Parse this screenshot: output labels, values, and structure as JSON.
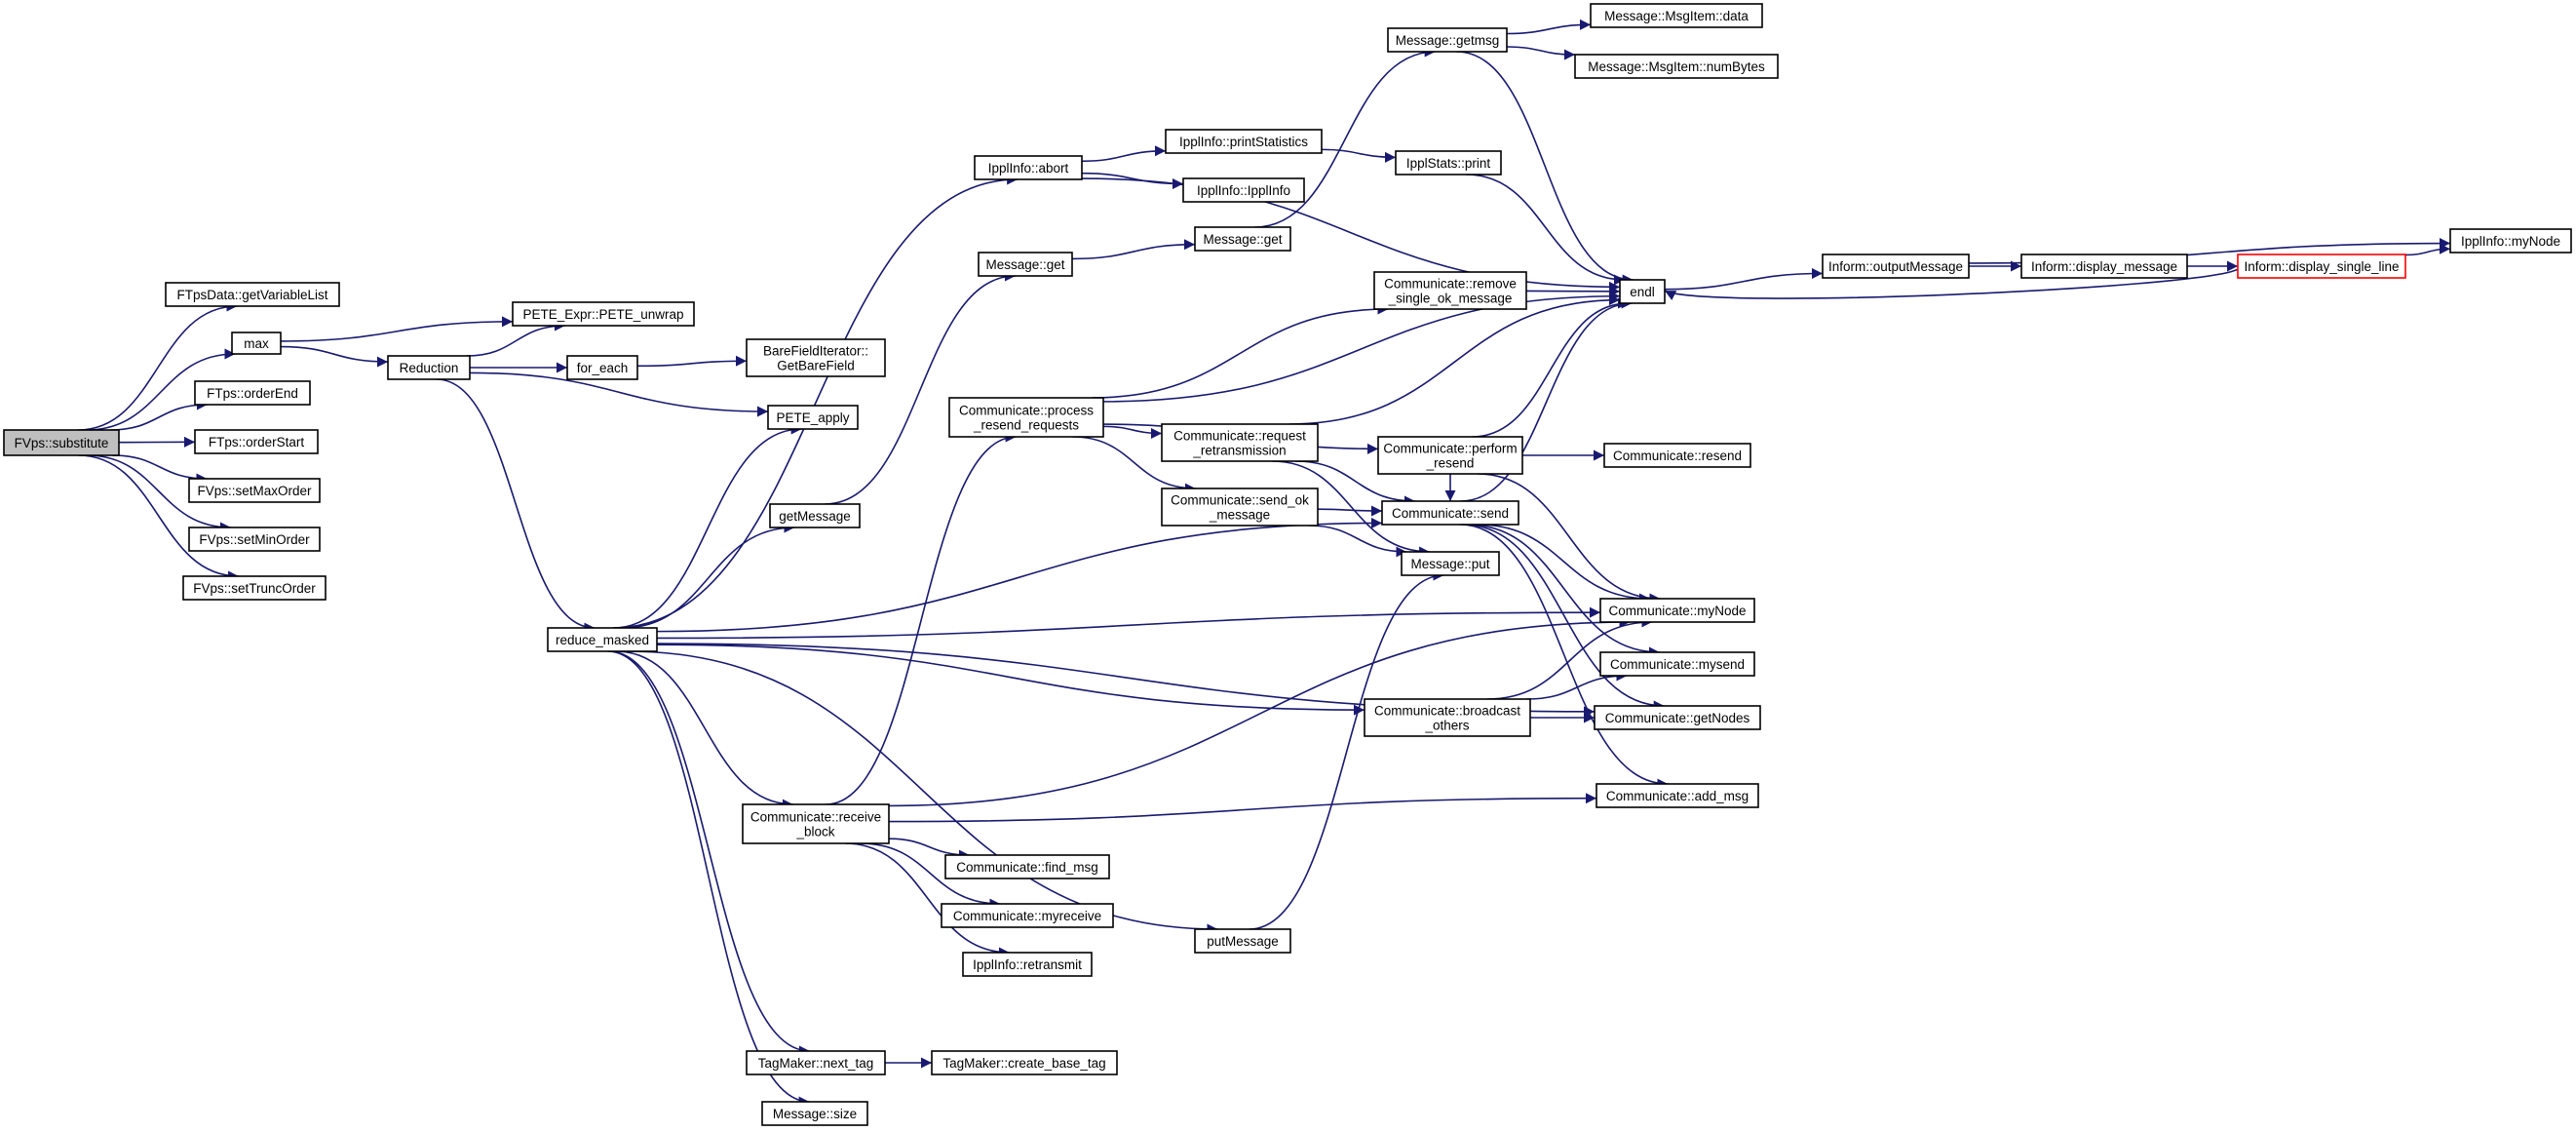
{
  "nodes": [
    {
      "id": "root",
      "lines": [
        "FVps::substitute"
      ],
      "kind": "root"
    },
    {
      "id": "ftpsdata_getvariablelist",
      "lines": [
        "FTpsData::getVariableList"
      ]
    },
    {
      "id": "max",
      "lines": [
        "max"
      ]
    },
    {
      "id": "ftps_orderend",
      "lines": [
        "FTps::orderEnd"
      ]
    },
    {
      "id": "ftps_orderstart",
      "lines": [
        "FTps::orderStart"
      ]
    },
    {
      "id": "fvps_setmaxorder",
      "lines": [
        "FVps::setMaxOrder"
      ]
    },
    {
      "id": "fvps_setminorder",
      "lines": [
        "FVps::setMinOrder"
      ]
    },
    {
      "id": "fvps_settruncorder",
      "lines": [
        "FVps::setTruncOrder"
      ]
    },
    {
      "id": "reduction",
      "lines": [
        "Reduction"
      ]
    },
    {
      "id": "pete_unwrap",
      "lines": [
        "PETE_Expr::PETE_unwrap"
      ]
    },
    {
      "id": "for_each",
      "lines": [
        "for_each"
      ]
    },
    {
      "id": "pete_apply",
      "lines": [
        "PETE_apply"
      ]
    },
    {
      "id": "barefielditerator",
      "lines": [
        "BareFieldIterator::",
        "GetBareField"
      ]
    },
    {
      "id": "reduce_masked",
      "lines": [
        "reduce_masked"
      ]
    },
    {
      "id": "ipplinfo_abort",
      "lines": [
        "IpplInfo::abort"
      ]
    },
    {
      "id": "message_get",
      "lines": [
        "Message::get"
      ]
    },
    {
      "id": "getmessage",
      "lines": [
        "getMessage"
      ]
    },
    {
      "id": "process_resend",
      "lines": [
        "Communicate::process",
        "_resend_requests"
      ]
    },
    {
      "id": "receive_block",
      "lines": [
        "Communicate::receive",
        "_block"
      ]
    },
    {
      "id": "tagmaker_next_tag",
      "lines": [
        "TagMaker::next_tag"
      ]
    },
    {
      "id": "message_size",
      "lines": [
        "Message::size"
      ]
    },
    {
      "id": "ipplinfo_printstatistics",
      "lines": [
        "IpplInfo::printStatistics"
      ]
    },
    {
      "id": "ipplinfo_ipplinfo",
      "lines": [
        "IpplInfo::IpplInfo"
      ]
    },
    {
      "id": "message_get2",
      "lines": [
        "Message::get"
      ]
    },
    {
      "id": "request_retransmission",
      "lines": [
        "Communicate::request",
        "_retransmission"
      ]
    },
    {
      "id": "send_ok_message",
      "lines": [
        "Communicate::send_ok",
        "_message"
      ]
    },
    {
      "id": "find_msg",
      "lines": [
        "Communicate::find_msg"
      ]
    },
    {
      "id": "myreceive",
      "lines": [
        "Communicate::myreceive"
      ]
    },
    {
      "id": "ipplinfo_retransmit",
      "lines": [
        "IpplInfo::retransmit"
      ]
    },
    {
      "id": "putmessage",
      "lines": [
        "putMessage"
      ]
    },
    {
      "id": "create_base_tag",
      "lines": [
        "TagMaker::create_base_tag"
      ]
    },
    {
      "id": "message_getmsg",
      "lines": [
        "Message::getmsg"
      ]
    },
    {
      "id": "ipplstats_print",
      "lines": [
        "IpplStats::print"
      ]
    },
    {
      "id": "remove_single_ok",
      "lines": [
        "Communicate::remove",
        "_single_ok_message"
      ]
    },
    {
      "id": "perform_resend",
      "lines": [
        "Communicate::perform",
        "_resend"
      ]
    },
    {
      "id": "communicate_send",
      "lines": [
        "Communicate::send"
      ]
    },
    {
      "id": "message_put",
      "lines": [
        "Message::put"
      ]
    },
    {
      "id": "broadcast_others",
      "lines": [
        "Communicate::broadcast",
        "_others"
      ]
    },
    {
      "id": "msgitem_data",
      "lines": [
        "Message::MsgItem::data"
      ]
    },
    {
      "id": "msgitem_numbytes",
      "lines": [
        "Message::MsgItem::numBytes"
      ]
    },
    {
      "id": "endl",
      "lines": [
        "endl"
      ]
    },
    {
      "id": "communicate_resend",
      "lines": [
        "Communicate::resend"
      ]
    },
    {
      "id": "communicate_mynode",
      "lines": [
        "Communicate::myNode"
      ]
    },
    {
      "id": "communicate_mysend",
      "lines": [
        "Communicate::mysend"
      ]
    },
    {
      "id": "communicate_getnodes",
      "lines": [
        "Communicate::getNodes"
      ]
    },
    {
      "id": "communicate_add_msg",
      "lines": [
        "Communicate::add_msg"
      ]
    },
    {
      "id": "inform_outputmessage",
      "lines": [
        "Inform::outputMessage"
      ]
    },
    {
      "id": "inform_display_message",
      "lines": [
        "Inform::display_message"
      ]
    },
    {
      "id": "inform_display_single_line",
      "lines": [
        "Inform::display_single_line"
      ],
      "kind": "truncated"
    },
    {
      "id": "ipplinfo_mynode",
      "lines": [
        "IpplInfo::myNode"
      ]
    }
  ],
  "edges": [
    [
      "root",
      "ftpsdata_getvariablelist"
    ],
    [
      "root",
      "max"
    ],
    [
      "root",
      "ftps_orderend"
    ],
    [
      "root",
      "ftps_orderstart"
    ],
    [
      "root",
      "fvps_setmaxorder"
    ],
    [
      "root",
      "fvps_setminorder"
    ],
    [
      "root",
      "fvps_settruncorder"
    ],
    [
      "max",
      "pete_unwrap"
    ],
    [
      "max",
      "reduction"
    ],
    [
      "reduction",
      "pete_unwrap"
    ],
    [
      "reduction",
      "for_each"
    ],
    [
      "reduction",
      "pete_apply"
    ],
    [
      "reduction",
      "reduce_masked"
    ],
    [
      "for_each",
      "barefielditerator"
    ],
    [
      "reduce_masked",
      "pete_apply"
    ],
    [
      "reduce_masked",
      "ipplinfo_abort"
    ],
    [
      "reduce_masked",
      "getmessage"
    ],
    [
      "reduce_masked",
      "communicate_send"
    ],
    [
      "reduce_masked",
      "communicate_mynode"
    ],
    [
      "reduce_masked",
      "broadcast_others"
    ],
    [
      "reduce_masked",
      "communicate_getnodes"
    ],
    [
      "reduce_masked",
      "receive_block"
    ],
    [
      "reduce_masked",
      "putmessage"
    ],
    [
      "reduce_masked",
      "tagmaker_next_tag"
    ],
    [
      "reduce_masked",
      "message_size"
    ],
    [
      "ipplinfo_abort",
      "endl"
    ],
    [
      "ipplinfo_abort",
      "ipplinfo_printstatistics"
    ],
    [
      "ipplinfo_abort",
      "ipplinfo_ipplinfo"
    ],
    [
      "ipplinfo_printstatistics",
      "ipplstats_print"
    ],
    [
      "ipplstats_print",
      "endl"
    ],
    [
      "getmessage",
      "message_get"
    ],
    [
      "message_get",
      "message_get2"
    ],
    [
      "message_get2",
      "message_getmsg"
    ],
    [
      "message_getmsg",
      "msgitem_data"
    ],
    [
      "message_getmsg",
      "msgitem_numbytes"
    ],
    [
      "message_getmsg",
      "endl"
    ],
    [
      "receive_block",
      "process_resend"
    ],
    [
      "receive_block",
      "communicate_mynode"
    ],
    [
      "receive_block",
      "communicate_add_msg"
    ],
    [
      "receive_block",
      "find_msg"
    ],
    [
      "receive_block",
      "myreceive"
    ],
    [
      "receive_block",
      "ipplinfo_retransmit"
    ],
    [
      "process_resend",
      "endl"
    ],
    [
      "process_resend",
      "remove_single_ok"
    ],
    [
      "process_resend",
      "perform_resend"
    ],
    [
      "process_resend",
      "request_retransmission"
    ],
    [
      "process_resend",
      "send_ok_message"
    ],
    [
      "remove_single_ok",
      "endl"
    ],
    [
      "request_retransmission",
      "endl"
    ],
    [
      "request_retransmission",
      "communicate_send"
    ],
    [
      "request_retransmission",
      "message_put"
    ],
    [
      "send_ok_message",
      "communicate_send"
    ],
    [
      "send_ok_message",
      "message_put"
    ],
    [
      "perform_resend",
      "endl"
    ],
    [
      "perform_resend",
      "communicate_resend"
    ],
    [
      "perform_resend",
      "communicate_send"
    ],
    [
      "perform_resend",
      "communicate_mynode"
    ],
    [
      "communicate_send",
      "endl"
    ],
    [
      "communicate_send",
      "communicate_mynode"
    ],
    [
      "communicate_send",
      "communicate_mysend"
    ],
    [
      "communicate_send",
      "communicate_getnodes"
    ],
    [
      "communicate_send",
      "communicate_add_msg"
    ],
    [
      "broadcast_others",
      "communicate_mynode"
    ],
    [
      "broadcast_others",
      "communicate_mysend"
    ],
    [
      "broadcast_others",
      "communicate_getnodes"
    ],
    [
      "putmessage",
      "message_put"
    ],
    [
      "tagmaker_next_tag",
      "create_base_tag"
    ],
    [
      "endl",
      "inform_outputmessage"
    ],
    [
      "inform_outputmessage",
      "inform_display_message"
    ],
    [
      "inform_outputmessage",
      "ipplinfo_mynode"
    ],
    [
      "inform_display_message",
      "inform_display_single_line"
    ],
    [
      "inform_display_single_line",
      "ipplinfo_mynode"
    ],
    [
      "inform_display_single_line",
      "endl"
    ]
  ]
}
